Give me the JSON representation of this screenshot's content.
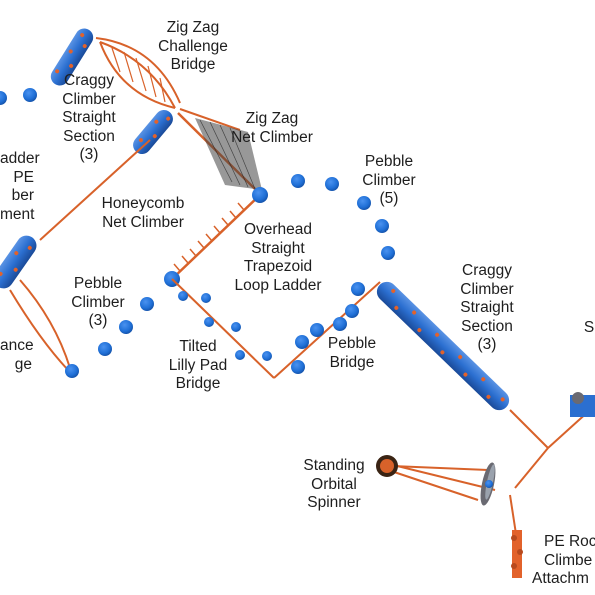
{
  "colors": {
    "rope": "#d8622a",
    "pebble": "#1f6fd6",
    "pebble_dark": "#1655ad",
    "beam_blue": "#2b6fd0",
    "beam_dark": "#1a4a98",
    "beam_orange": "#e2622b",
    "steel": "#9aa2ad",
    "label": "#1e1e1e"
  },
  "labels": {
    "zig_zag_bridge": [
      "Zig Zag",
      "Challenge",
      "Bridge"
    ],
    "craggy_top": [
      "Craggy",
      "Climber",
      "Straight",
      "Section",
      "(3)"
    ],
    "ladder_left": [
      "adder",
      "PE",
      "ber",
      "ment"
    ],
    "zig_zag_net": [
      "Zig Zag",
      "Net Climber"
    ],
    "pebble_climber_5": [
      "Pebble",
      "Climber",
      "(5)"
    ],
    "honeycomb": [
      "Honeycomb",
      "Net Climber"
    ],
    "overhead_ladder": [
      "Overhead",
      "Straight",
      "Trapezoid",
      "Loop Ladder"
    ],
    "pebble_climber_3": [
      "Pebble",
      "Climber",
      "(3)"
    ],
    "craggy_right": [
      "Craggy",
      "Climber",
      "Straight",
      "Section",
      "(3)"
    ],
    "balance_bridge": [
      "ance",
      "ge"
    ],
    "tilted_lilly": [
      "Tilted",
      "Lilly Pad",
      "Bridge"
    ],
    "pebble_bridge": [
      "Pebble",
      "Bridge"
    ],
    "right_edge_s": [
      "S"
    ],
    "standing_spinner": [
      "Standing",
      "Orbital",
      "Spinner"
    ],
    "pe_rock": [
      "PE Roc",
      "Climbe",
      "Attachm"
    ]
  }
}
